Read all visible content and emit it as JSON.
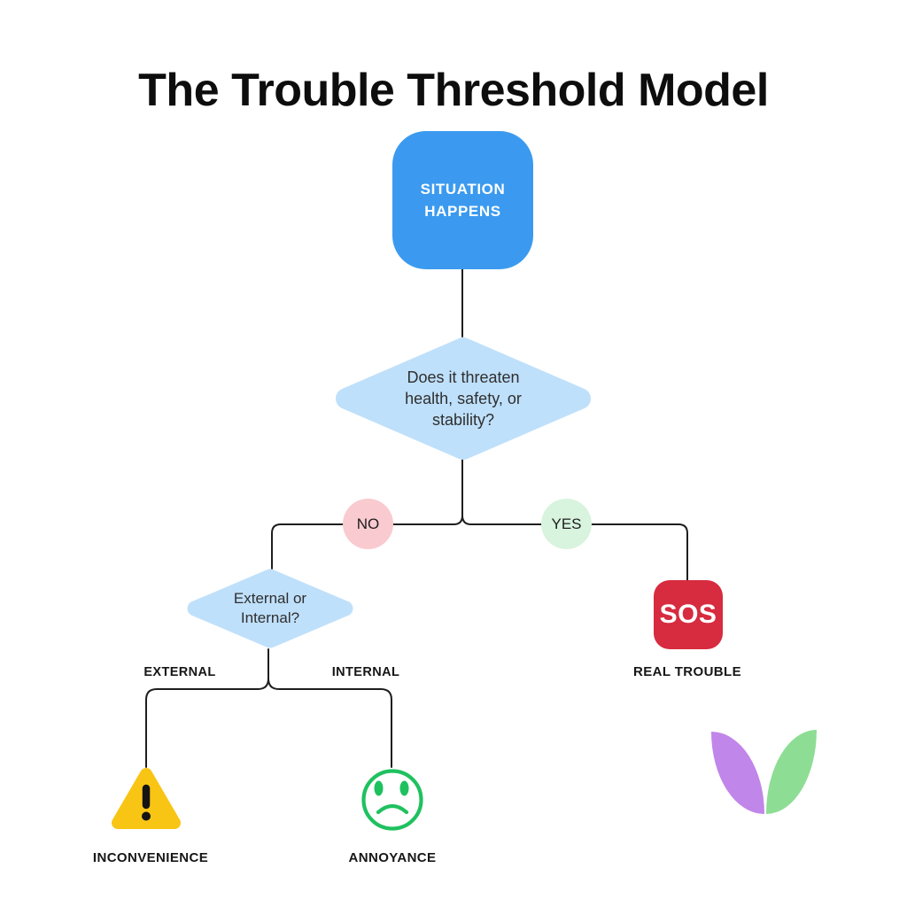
{
  "title": "The Trouble Threshold Model",
  "flowchart": {
    "start_node": {
      "label": "SITUATION HAPPENS",
      "fill": "#3B9AEF",
      "text_color": "#FFFFFF"
    },
    "decision_threat": {
      "question": "Does it threaten health, safety, or stability?",
      "fill": "#BFE0FB"
    },
    "no_badge": {
      "label": "NO",
      "fill": "#F9CAD0"
    },
    "yes_badge": {
      "label": "YES",
      "fill": "#D8F3DE"
    },
    "decision_source": {
      "question": "External or Internal?",
      "fill": "#BFE0FB"
    },
    "external_branch_label": "EXTERNAL",
    "internal_branch_label": "INTERNAL",
    "outcomes": {
      "real_trouble": {
        "label": "REAL TROUBLE",
        "icon": "sos-icon",
        "icon_text": "SOS",
        "icon_color": "#D72B3F"
      },
      "inconvenience": {
        "label": "INCONVENIENCE",
        "icon": "warning-triangle-icon",
        "icon_color": "#F9C514",
        "exclamation_color": "#141414"
      },
      "annoyance": {
        "label": "ANNOYANCE",
        "icon": "sad-face-icon",
        "icon_color": "#1FC15F"
      }
    },
    "connector_color": "#1E1E1E"
  },
  "logo": {
    "name": "two-leaf-logo",
    "left_leaf_color": "#C186E9",
    "right_leaf_color": "#8EDD94"
  }
}
